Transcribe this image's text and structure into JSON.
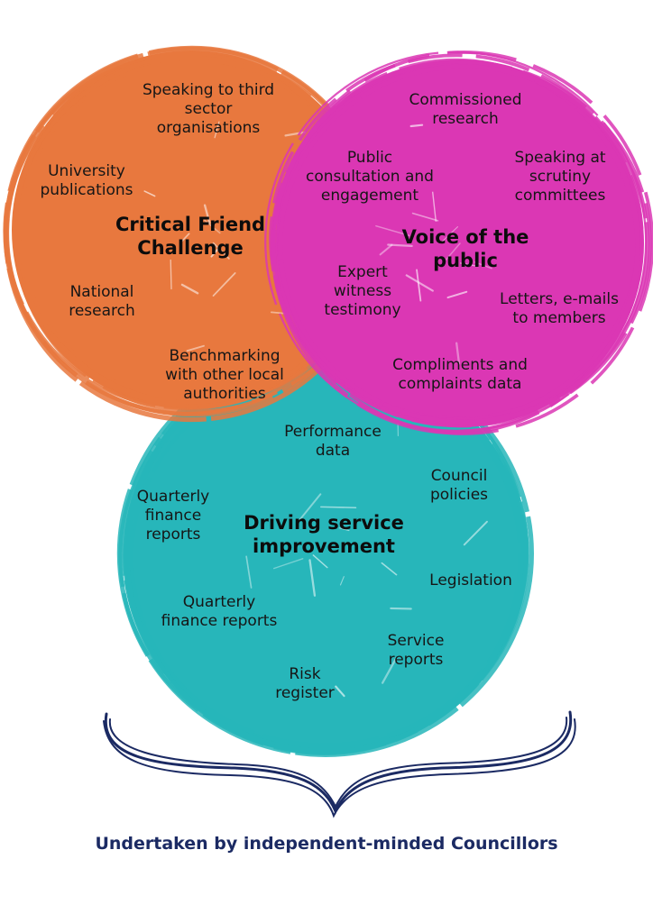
{
  "colors": {
    "orange": "#E8783E",
    "magenta": "#DB37B4",
    "teal": "#27B6BA",
    "navy": "#1B2A63"
  },
  "circles": {
    "critical_friend": {
      "title": "Critical Friend\nChallenge",
      "items": [
        "Speaking to third\nsector\norganisations",
        "University\npublications",
        "National\nresearch",
        "Benchmarking\nwith other local\nauthorities"
      ]
    },
    "voice_of_public": {
      "title": "Voice of the\npublic",
      "items": [
        "Commissioned\nresearch",
        "Public\nconsultation and\nengagement",
        "Speaking at\nscrutiny\ncommittees",
        "Expert\nwitness\ntestimony",
        "Letters, e-mails\nto members",
        "Compliments and\ncomplaints data"
      ]
    },
    "driving_service": {
      "title": "Driving service\nimprovement",
      "items": [
        "Performance\ndata",
        "Quarterly\nfinance\nreports",
        "Council\npolicies",
        "Legislation",
        "Quarterly\nfinance reports",
        "Service\nreports",
        "Risk\nregister"
      ]
    }
  },
  "footer": {
    "caption": "Undertaken by independent-minded Councillors"
  }
}
